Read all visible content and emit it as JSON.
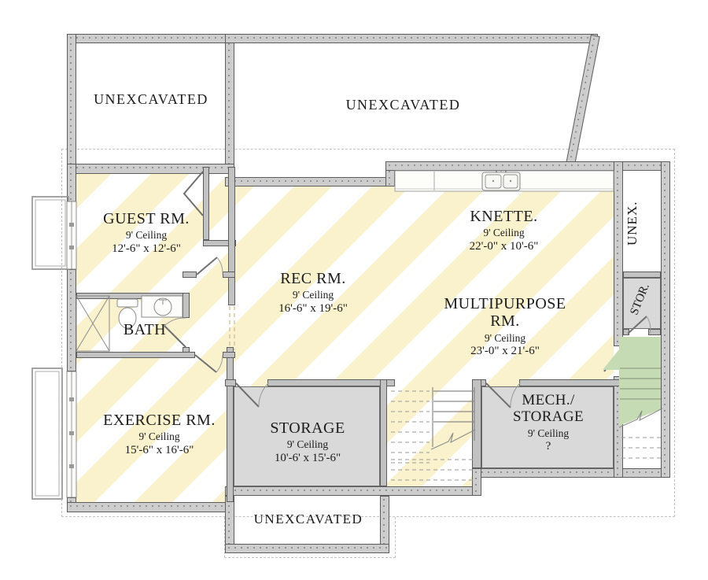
{
  "colors": {
    "stripe_yellow": "#FAF2CD",
    "room_gray": "#D9D9D9",
    "stair_green": "#C5DBB3",
    "wall_edge": "#5d5d5d"
  },
  "labels": {
    "unexcavated": "UNEXCAVATED",
    "unex_abbrev": "UNEX.",
    "stor_abbrev": "STOR."
  },
  "rooms": {
    "guest": {
      "name": "GUEST RM.",
      "ceiling": "9' Ceiling",
      "dims": "12'-6\" x 12'-6\""
    },
    "bath": {
      "name": "BATH"
    },
    "rec": {
      "name": "REC RM.",
      "ceiling": "9' Ceiling",
      "dims": "16'-6\" x 19'-6\""
    },
    "knette": {
      "name": "KNETTE.",
      "ceiling": "9' Ceiling",
      "dims": "22'-0\" x 10'-6\""
    },
    "multipurpose": {
      "name_line1": "MULTIPURPOSE",
      "name_line2": "RM.",
      "ceiling": "9' Ceiling",
      "dims": "23'-0\" x 21'-6\""
    },
    "exercise": {
      "name": "EXERCISE RM.",
      "ceiling": "9' Ceiling",
      "dims": "15'-6\" x 16'-6\""
    },
    "storage": {
      "name": "STORAGE",
      "ceiling": "9' Ceiling",
      "dims": "10'-6' x 15'-6\""
    },
    "mech": {
      "name_line1": "MECH./",
      "name_line2": "STORAGE",
      "ceiling": "9' Ceiling",
      "dims": "?"
    }
  }
}
